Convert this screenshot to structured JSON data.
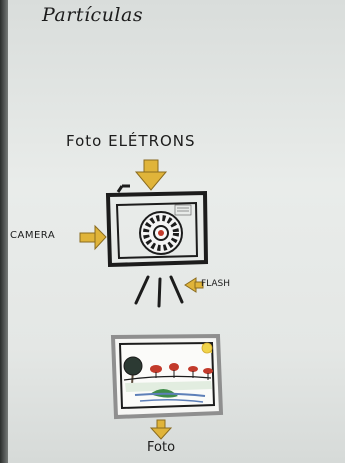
{
  "page": {
    "title": "Partículas",
    "label_top": "Foto ELÉTRONS",
    "label_camera": "CAMERA",
    "label_flash": "FLASH",
    "label_bottom": "Foto"
  },
  "colors": {
    "paper": "#e6e9e7",
    "ink": "#1c1c1c",
    "arrow_yellow": "#e0b43a",
    "sun_yellow": "#f1d44a",
    "tree_red": "#c23a2b",
    "grass_green": "#3f8c4a",
    "water_blue": "#5d7fb8"
  }
}
